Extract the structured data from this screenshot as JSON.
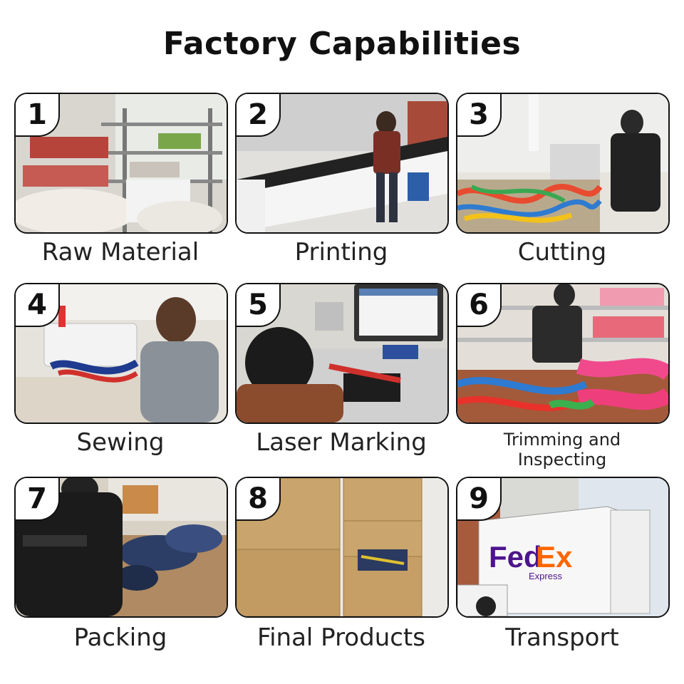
{
  "title": "Factory Capabilities",
  "steps": [
    {
      "number": "1",
      "label": "Raw Material"
    },
    {
      "number": "2",
      "label": "Printing"
    },
    {
      "number": "3",
      "label": "Cutting"
    },
    {
      "number": "4",
      "label": "Sewing"
    },
    {
      "number": "5",
      "label": "Laser Marking"
    },
    {
      "number": "6",
      "label_line1": "Trimming and",
      "label_line2": "Inspecting"
    },
    {
      "number": "7",
      "label": "Packing"
    },
    {
      "number": "8",
      "label": "Final Products"
    },
    {
      "number": "9",
      "label": "Transport"
    }
  ],
  "truck": {
    "brand_fed": "Fed",
    "brand_ex": "Ex",
    "sub": "Express"
  }
}
